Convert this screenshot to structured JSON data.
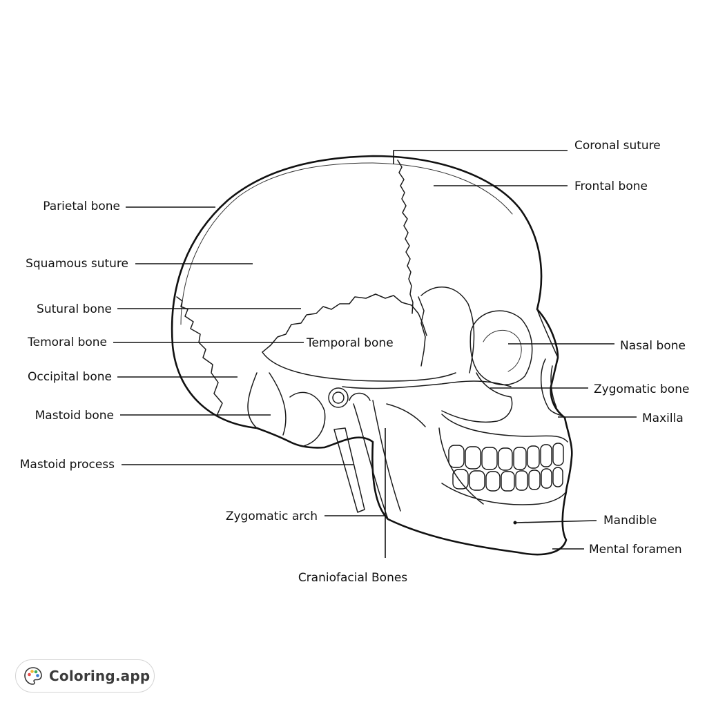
{
  "title": "Craniofacial Bones",
  "labels": {
    "coronal_suture": "Coronal suture",
    "frontal_bone": "Frontal bone",
    "parietal_bone": "Parietal bone",
    "squamous_suture": "Squamous suture",
    "sutural_bone": "Sutural bone",
    "temoral_bone_left": "Temoral bone",
    "temporal_bone_center": "Temporal bone",
    "occipital_bone": "Occipital bone",
    "mastoid_bone": "Mastoid bone",
    "mastoid_process": "Mastoid process",
    "zygomatic_arch": "Zygomatic arch",
    "nasal_bone": "Nasal bone",
    "zygomatic_bone": "Zygomatic bone",
    "maxilla": "Maxilla",
    "mandible": "Mandible",
    "mental_foramen": "Mental foramen"
  },
  "brand": {
    "name": "Coloring.app",
    "icon": "palette-icon",
    "icon_colors": [
      "#e84a4a",
      "#f2b632",
      "#3fae5a",
      "#3a7bd5"
    ]
  }
}
